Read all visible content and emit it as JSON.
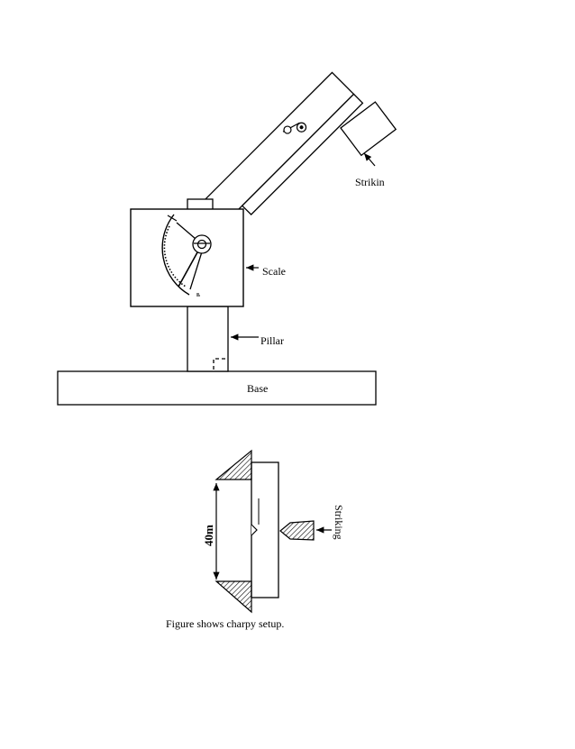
{
  "machine": {
    "labels": {
      "striking": "Strikin",
      "scale": "Scale",
      "pillar": "Pillar",
      "base": "Base"
    }
  },
  "specimen": {
    "labels": {
      "striking": "Striking",
      "dimension": "40m"
    }
  },
  "caption": "Figure shows charpy setup."
}
